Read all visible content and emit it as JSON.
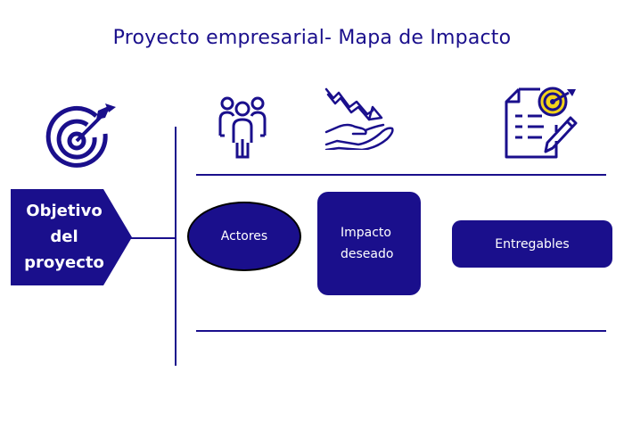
{
  "title": "Proyecto empresarial- Mapa de Impacto",
  "objective": {
    "line1": "Objetivo",
    "line2": "del",
    "line3": "proyecto"
  },
  "actors": {
    "label": "Actores"
  },
  "impact": {
    "line1": "Impacto",
    "line2": "deseado"
  },
  "deliverables": {
    "label": "Entregables"
  },
  "icons": {
    "objective": "target-arrow-icon",
    "actors": "people-group-icon",
    "impact": "hand-falling-graph-icon",
    "deliverables": "document-target-pen-icon"
  },
  "colors": {
    "primary": "#1a0f8c",
    "accent": "#f2d31b",
    "background": "#ffffff"
  }
}
